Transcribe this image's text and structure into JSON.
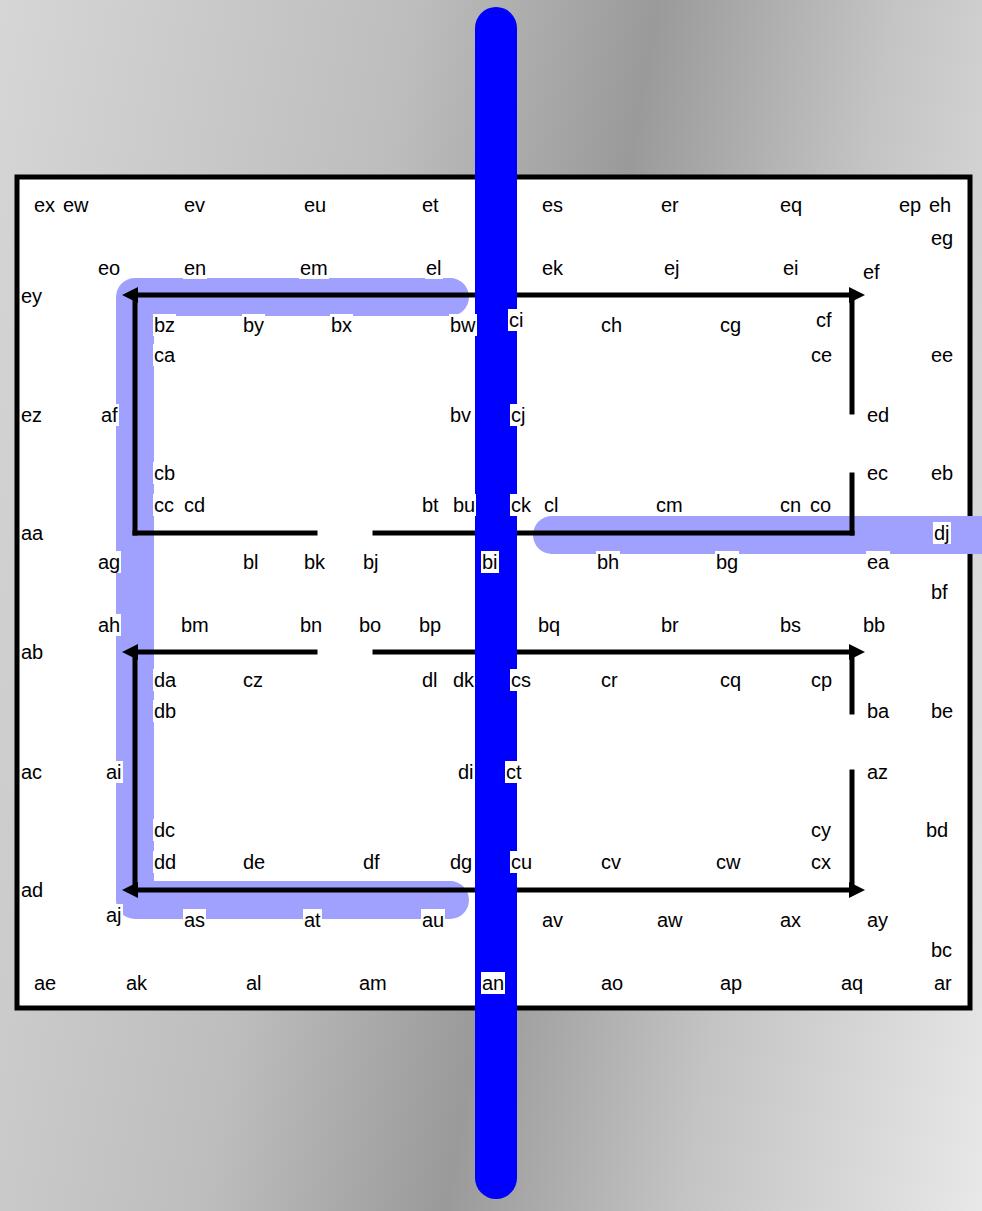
{
  "diagram": {
    "labels": [
      "ex",
      "ew",
      "ev",
      "eu",
      "et",
      "es",
      "er",
      "eq",
      "ep",
      "eh",
      "eg",
      "eo",
      "en",
      "em",
      "el",
      "ek",
      "ej",
      "ei",
      "ef",
      "ey",
      "bz",
      "by",
      "bx",
      "bw",
      "ci",
      "ch",
      "cg",
      "cf",
      "ca",
      "ce",
      "ee",
      "ez",
      "af",
      "bv",
      "cj",
      "ed",
      "cb",
      "ec",
      "eb",
      "cc",
      "cd",
      "bt",
      "bu",
      "ck",
      "cl",
      "cm",
      "cn",
      "co",
      "aa",
      "dj",
      "ag",
      "bl",
      "bk",
      "bj",
      "bi",
      "bh",
      "bg",
      "ea",
      "bf",
      "ah",
      "bm",
      "bn",
      "bo",
      "bp",
      "bq",
      "br",
      "bs",
      "bb",
      "ab",
      "da",
      "cz",
      "dl",
      "dk",
      "cs",
      "cr",
      "cq",
      "cp",
      "db",
      "ba",
      "be",
      "ac",
      "ai",
      "di",
      "ct",
      "az",
      "dc",
      "cy",
      "bd",
      "dd",
      "de",
      "df",
      "dg",
      "cu",
      "cv",
      "cw",
      "cx",
      "ad",
      "aj",
      "as",
      "at",
      "au",
      "av",
      "aw",
      "ax",
      "ay",
      "bc",
      "ae",
      "ak",
      "al",
      "am",
      "an",
      "ao",
      "ap",
      "aq",
      "ar"
    ]
  }
}
